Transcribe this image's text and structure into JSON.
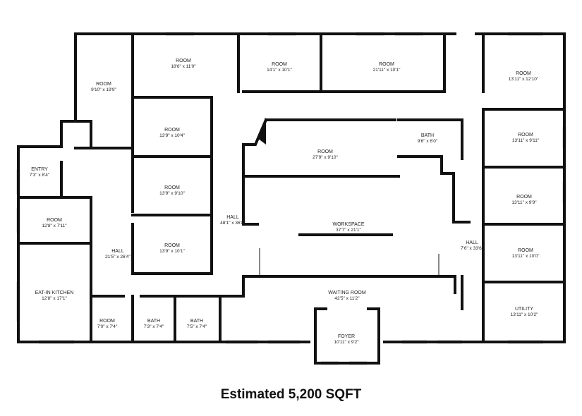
{
  "rooms": [
    {
      "id": "room-1",
      "name": "ROOM",
      "dims": "9'10\" x 19'9\""
    },
    {
      "id": "room-2",
      "name": "ROOM",
      "dims": "18'6\" x 11'0\""
    },
    {
      "id": "room-3",
      "name": "ROOM",
      "dims": "14'1\" x 10'1\""
    },
    {
      "id": "room-4",
      "name": "ROOM",
      "dims": "21'11\" x 10'1\""
    },
    {
      "id": "room-5",
      "name": "ROOM",
      "dims": "13'11\" x 12'10\""
    },
    {
      "id": "room-6",
      "name": "ROOM",
      "dims": "13'9\" x 10'4\""
    },
    {
      "id": "bath-1",
      "name": "BATH",
      "dims": "9'6\" x 6'0\""
    },
    {
      "id": "room-7",
      "name": "ROOM",
      "dims": "27'9\" x 9'10\""
    },
    {
      "id": "room-8",
      "name": "ROOM",
      "dims": "13'11\" x 9'11\""
    },
    {
      "id": "entry",
      "name": "ENTRY",
      "dims": "7'3\" x 8'4\""
    },
    {
      "id": "room-9",
      "name": "ROOM",
      "dims": "13'9\" x 9'10\""
    },
    {
      "id": "room-10",
      "name": "ROOM",
      "dims": "13'11\" x 9'9\""
    },
    {
      "id": "room-11",
      "name": "ROOM",
      "dims": "12'8\" x 7'11\""
    },
    {
      "id": "hall-1",
      "name": "HALL",
      "dims": "48'1\" x 36'8\""
    },
    {
      "id": "workspace",
      "name": "WORKSPACE",
      "dims": "37'7\" x 21'1\""
    },
    {
      "id": "room-12",
      "name": "ROOM",
      "dims": "13'9\" x 10'1\""
    },
    {
      "id": "hall-2",
      "name": "HALL",
      "dims": "7'6\" x 33'6\""
    },
    {
      "id": "hall-3",
      "name": "HALL",
      "dims": "21'5\" x 26'4\""
    },
    {
      "id": "room-13",
      "name": "ROOM",
      "dims": "13'11\" x 10'0\""
    },
    {
      "id": "kitchen",
      "name": "EAT-IN KITCHEN",
      "dims": "12'8\" x 17'1\""
    },
    {
      "id": "waiting",
      "name": "WAITING ROOM",
      "dims": "42'5\" x 11'2\""
    },
    {
      "id": "utility",
      "name": "UTILITY",
      "dims": "13'11\" x 10'2\""
    },
    {
      "id": "room-14",
      "name": "ROOM",
      "dims": "7'0\" x 7'4\""
    },
    {
      "id": "bath-2",
      "name": "BATH",
      "dims": "7'3\" x 7'4\""
    },
    {
      "id": "bath-3",
      "name": "BATH",
      "dims": "7'5\" x 7'4\""
    },
    {
      "id": "foyer",
      "name": "FOYER",
      "dims": "10'11\" x 9'2\""
    }
  ],
  "footer": {
    "total_area": "Estimated 5,200 SQFT"
  }
}
